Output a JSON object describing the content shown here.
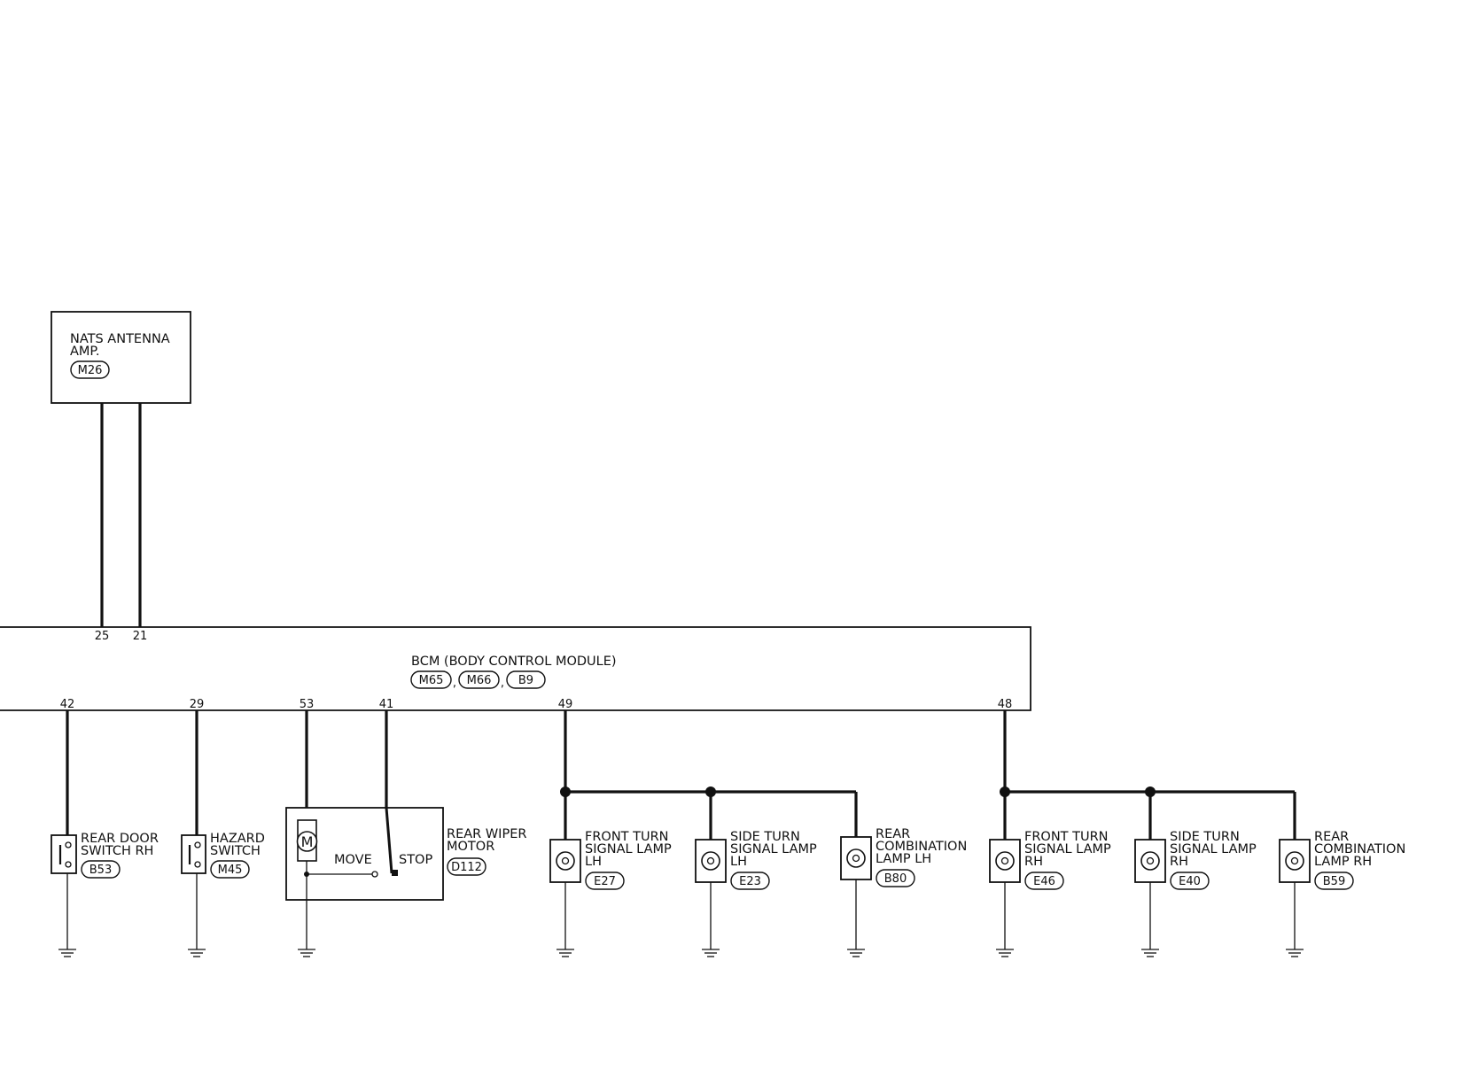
{
  "nats": {
    "label_line1": "NATS ANTENNA",
    "label_line2": "AMP.",
    "connector": "M26"
  },
  "bcm": {
    "label": "BCM (BODY CONTROL MODULE)",
    "connectors": [
      "M65",
      "M66",
      "B9"
    ],
    "separator": ",",
    "top_pins": [
      "25",
      "21"
    ],
    "bottom_pins": [
      "42",
      "29",
      "53",
      "41",
      "49",
      "48"
    ]
  },
  "rear_door_switch": {
    "line1": "REAR DOOR",
    "line2": "SWITCH RH",
    "connector": "B53"
  },
  "hazard_switch": {
    "line1": "HAZARD",
    "line2": "SWITCH",
    "connector": "M45"
  },
  "rear_wiper": {
    "line1": "REAR WIPER",
    "line2": "MOTOR",
    "connector": "D112",
    "motor_symbol": "M",
    "move_label": "MOVE",
    "stop_label": "STOP"
  },
  "lamps": [
    {
      "line1": "FRONT TURN",
      "line2": "SIGNAL LAMP",
      "line3": "LH",
      "connector": "E27"
    },
    {
      "line1": "SIDE TURN",
      "line2": "SIGNAL LAMP",
      "line3": "LH",
      "connector": "E23"
    },
    {
      "line1": "REAR",
      "line2": "COMBINATION",
      "line3": "LAMP LH",
      "connector": "B80"
    },
    {
      "line1": "FRONT TURN",
      "line2": "SIGNAL LAMP",
      "line3": "RH",
      "connector": "E46"
    },
    {
      "line1": "SIDE TURN",
      "line2": "SIGNAL LAMP",
      "line3": "RH",
      "connector": "E40"
    },
    {
      "line1": "REAR",
      "line2": "COMBINATION",
      "line3": "LAMP RH",
      "connector": "B59"
    }
  ]
}
